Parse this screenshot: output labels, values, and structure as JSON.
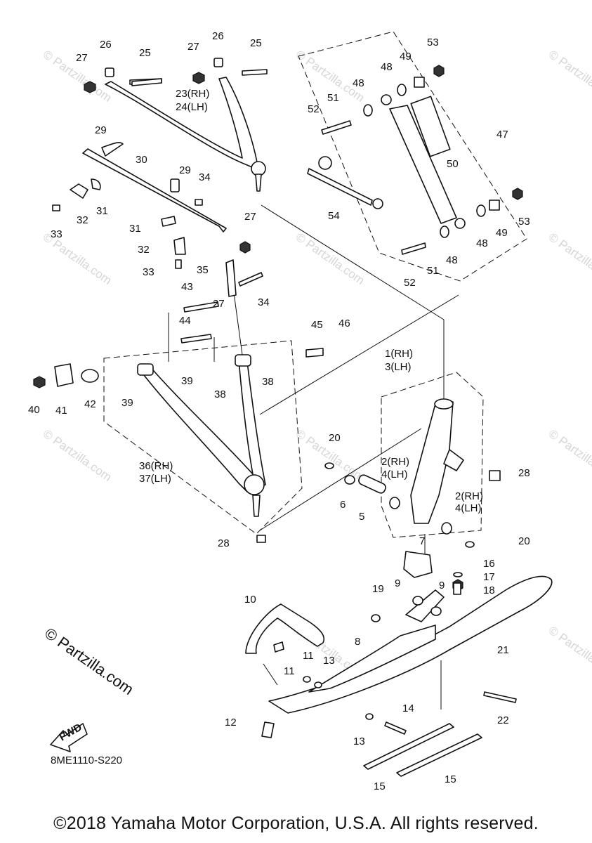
{
  "diagram": {
    "code": "8ME1110-S220",
    "fwd_label": "FWD",
    "brand_mark": "© Partzilla.com",
    "watermark": "© Partzilla.com",
    "callouts": [
      "1(RH)",
      "2(RH)",
      "3(LH)",
      "4(LH)",
      "5",
      "6",
      "7",
      "8",
      "9",
      "10",
      "11",
      "12",
      "13",
      "14",
      "15",
      "16",
      "17",
      "18",
      "19",
      "20",
      "21",
      "22",
      "23(RH)",
      "24(LH)",
      "25",
      "26",
      "27",
      "28",
      "29",
      "30",
      "31",
      "32",
      "33",
      "34",
      "35",
      "36(RH)",
      "37(LH)",
      "38",
      "39",
      "40",
      "41",
      "42",
      "43",
      "44",
      "45",
      "46",
      "47",
      "48",
      "49",
      "50",
      "51",
      "52",
      "53",
      "54"
    ]
  },
  "footer": {
    "copyright": "©2018 Yamaha Motor Corporation, U.S.A. All rights reserved."
  }
}
